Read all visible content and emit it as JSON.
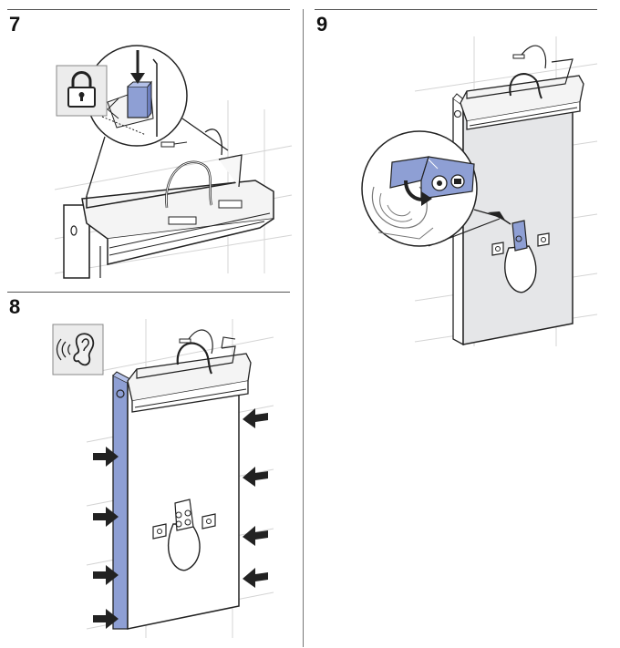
{
  "steps": [
    {
      "number": "7",
      "symbol": "lock-icon"
    },
    {
      "number": "8",
      "symbol": "ear-listen-icon"
    },
    {
      "number": "9",
      "symbol": "release-arrow"
    }
  ],
  "colors": {
    "highlight_blue": "#8e9fd4",
    "panel_gray": "#e5e6e8",
    "line": "#222222",
    "grid": "#d4d4d4"
  }
}
